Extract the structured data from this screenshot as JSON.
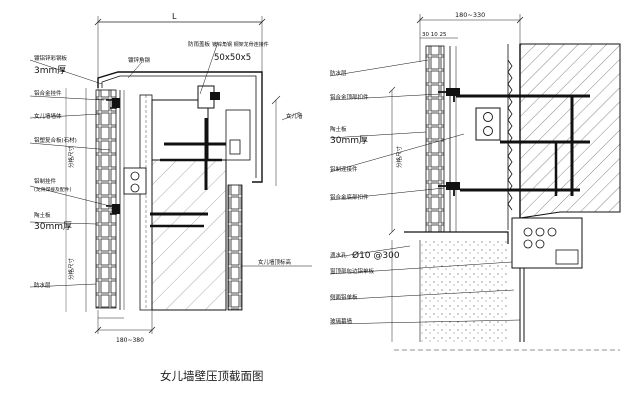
{
  "caption": "女儿墙壁压顶截面图",
  "left_drawing": {
    "dim_top": "L",
    "dim_bottom": "180~380",
    "labels": {
      "plate_3mm_desc": "镀铝锌彩钢板",
      "plate_3mm": "3mm厚",
      "angle": "镀锌角钢",
      "aluminum_hook": "铝合金挂件",
      "rain_cover": "防雨盖板",
      "parapet_top_wall": "女儿墙墙体",
      "stone_board": "铝塑复合板(石材)",
      "keel_embed_hook": "铝制挂件",
      "keel_desc": "(龙骨焊接及配件)",
      "ceramic": "陶土板",
      "ceramic_30": "30mm厚",
      "waterproof_bottom": "防水层",
      "steel_tube_desc": "镀锌角钢 钢架龙骨连接件",
      "steel_tube_size": "50x50x5",
      "parapet_label_r": "女儿墙",
      "parapet_top_label": "女儿墙顶标高",
      "dim_left": "分格尺寸",
      "dim_left2": "分格尺寸"
    }
  },
  "right_drawing": {
    "dim_top": "180~330",
    "dim_small": "30 10 25",
    "labels": {
      "waterproof": "防水层",
      "al_top_hook": "铝合金顶部扣件",
      "ceramic": "陶土板",
      "ceramic_30": "30mm厚",
      "steel_support": "铝制连接件",
      "al_bottom_hook": "铝合金底部扣件",
      "drain": "滴水孔",
      "rebar": "Ø10 @300",
      "window_bracket": "窗顶部包边铝单板",
      "side_panel": "侧面铝单板",
      "glass_wall": "玻璃幕墙",
      "dim_vertical": "分格尺寸"
    }
  }
}
